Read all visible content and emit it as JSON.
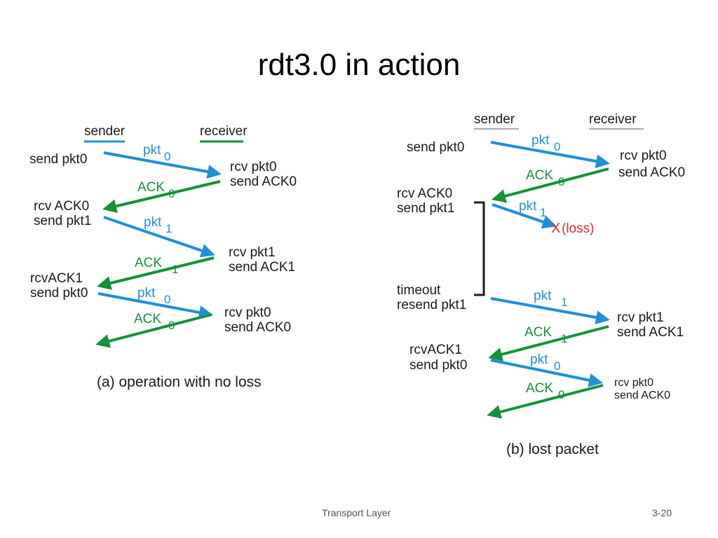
{
  "title": "rdt3.0 in action",
  "colors": {
    "pkt": "#1f8fd8",
    "ack": "#14913a",
    "loss": "#d8332b",
    "text": "#1a1a1a"
  },
  "diagram_a": {
    "sender": "sender",
    "receiver": "receiver",
    "sender_events": [
      "send pkt0",
      "rcv ACK0",
      "send pkt1",
      "rcvACK1",
      "send pkt0"
    ],
    "receiver_events": [
      "rcv pkt0",
      "send ACK0",
      "rcv pkt1",
      "send ACK1",
      "rcv pkt0",
      "send ACK0"
    ],
    "messages": [
      {
        "label": "pkt",
        "seq": "0"
      },
      {
        "label": "ACK",
        "seq": "0"
      },
      {
        "label": "pkt",
        "seq": "1"
      },
      {
        "label": "ACK",
        "seq": "1"
      },
      {
        "label": "pkt",
        "seq": "0"
      },
      {
        "label": "ACK",
        "seq": "0"
      }
    ],
    "caption": "(a) operation with no loss"
  },
  "diagram_b": {
    "sender": "sender",
    "receiver": "receiver",
    "sender_events": [
      "send pkt0",
      "rcv ACK0",
      "send pkt1",
      "timeout",
      "resend pkt1",
      "rcvACK1",
      "send pkt0"
    ],
    "receiver_events": [
      "rcv pkt0",
      "send ACK0",
      "rcv pkt1",
      "send ACK1",
      "rcv pkt0",
      "send ACK0"
    ],
    "messages": [
      {
        "label": "pkt",
        "seq": "0"
      },
      {
        "label": "ACK",
        "seq": "0"
      },
      {
        "label": "pkt",
        "seq": "1"
      },
      {
        "label": "pkt",
        "seq": "1"
      },
      {
        "label": "ACK",
        "seq": "1"
      },
      {
        "label": "pkt",
        "seq": "0"
      },
      {
        "label": "ACK",
        "seq": "0"
      }
    ],
    "loss_marker": "X",
    "loss_label": "(loss)",
    "caption": "(b) lost packet"
  },
  "footer": {
    "center": "Transport Layer",
    "page": "3-20"
  }
}
